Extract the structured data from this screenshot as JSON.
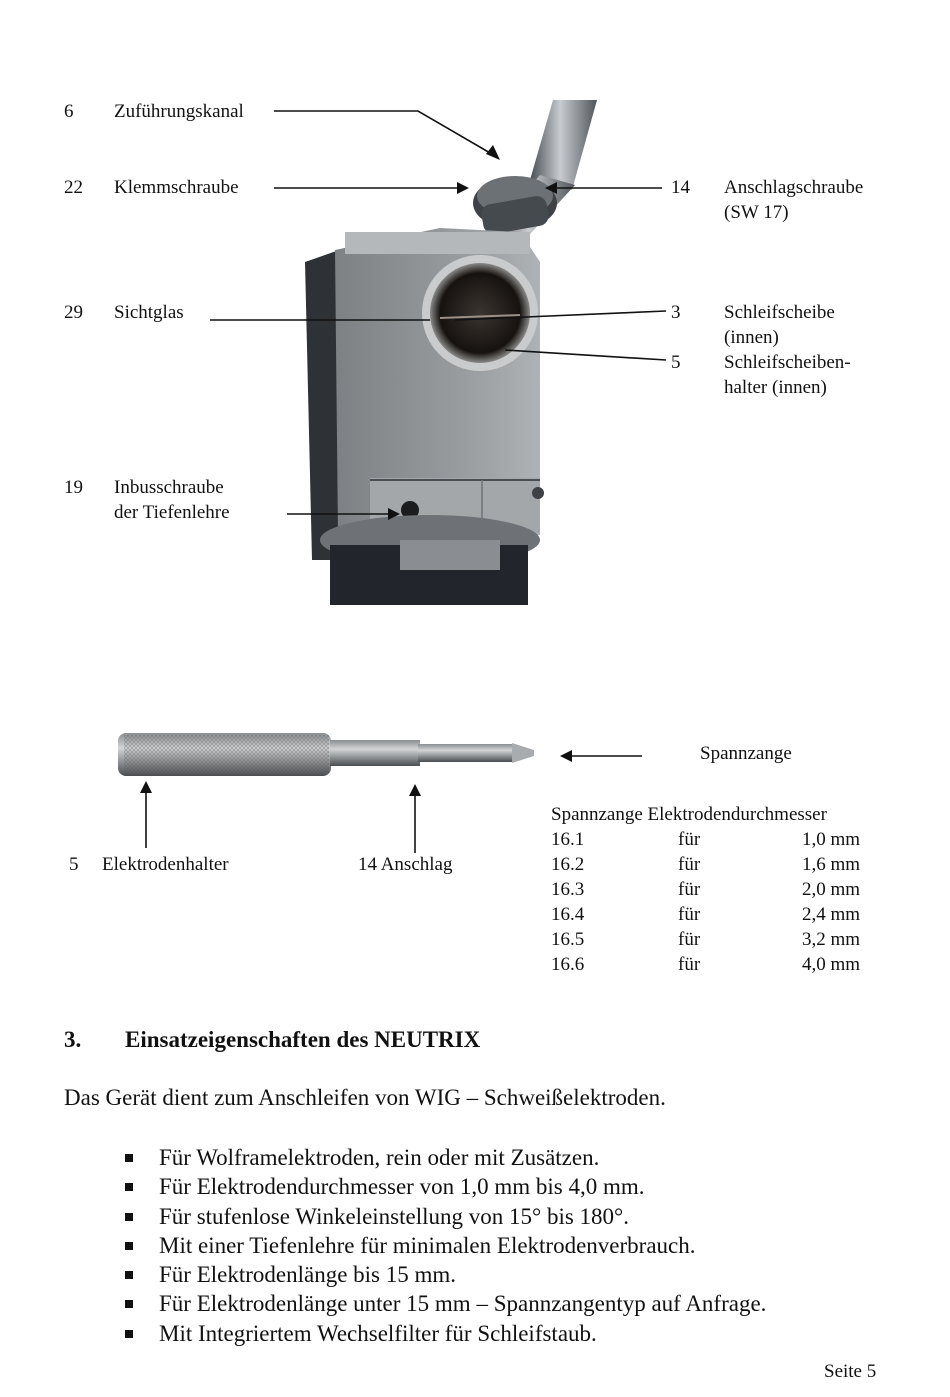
{
  "device_labels": [
    {
      "num": "6",
      "text": "Zuführungskanal"
    },
    {
      "num": "22",
      "text": "Klemmschraube"
    },
    {
      "num": "14",
      "line1": "Anschlagschraube",
      "line2": "(SW 17)"
    },
    {
      "num": "29",
      "text": "Sichtglas"
    },
    {
      "num": "3",
      "line1": "Schleifscheibe",
      "line2": "(innen)"
    },
    {
      "num": "5",
      "line1": "Schleifscheiben-",
      "line2": "halter (innen)"
    },
    {
      "num": "19",
      "line1": "Inbusschraube",
      "line2": "der Tiefenlehre"
    }
  ],
  "holder_labels": {
    "collet": "Spannzange",
    "electrode_holder_num": "5",
    "electrode_holder": "Elektrodenhalter",
    "stop": "14 Anschlag"
  },
  "collet_table": {
    "header": "Spannzange Elektrodendurchmesser",
    "rows": [
      {
        "id": "16.1",
        "for": "für",
        "size": "1,0 mm"
      },
      {
        "id": "16.2",
        "for": "für",
        "size": "1,6 mm"
      },
      {
        "id": "16.3",
        "for": "für",
        "size": "2,0 mm"
      },
      {
        "id": "16.4",
        "for": "für",
        "size": "2,4 mm"
      },
      {
        "id": "16.5",
        "for": "für",
        "size": "3,2 mm"
      },
      {
        "id": "16.6",
        "for": "für",
        "size": "4,0 mm"
      }
    ]
  },
  "section": {
    "number": "3.",
    "title": "Einsatzeigenschaften des NEUTRIX",
    "intro": "Das Gerät dient zum Anschleifen von WIG – Schweißelektroden.",
    "bullets": [
      "Für Wolframelektroden, rein oder mit Zusätzen.",
      "Für Elektrodendurchmesser von 1,0 mm bis 4,0 mm.",
      "Für stufenlose Winkeleinstellung von 15° bis 180°.",
      "Mit einer Tiefenlehre für minimalen Elektrodenverbrauch.",
      "Für Elektrodenlänge bis 15 mm.",
      "Für Elektrodenlänge unter 15 mm – Spannzangentyp auf Anfrage.",
      "Mit Integriertem Wechselfilter für Schleifstaub."
    ]
  },
  "footer": {
    "page": "Seite 5"
  }
}
